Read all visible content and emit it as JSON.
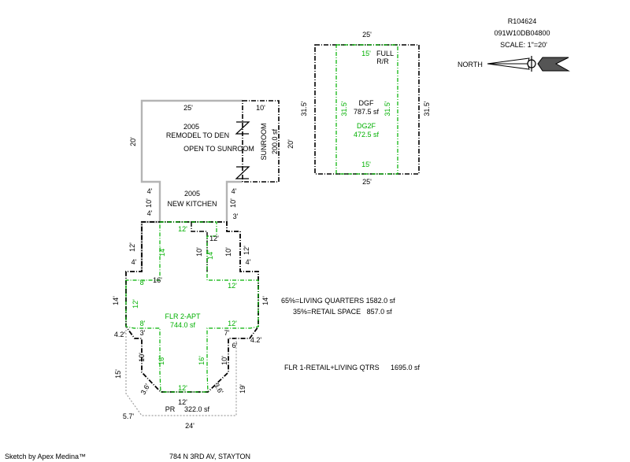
{
  "header": {
    "parcel_id": "R104624",
    "map_number": "091W10DB04800",
    "scale": "SCALE: 1\"=20'"
  },
  "compass": {
    "label": "NORTH",
    "icon": "north-arrow-icon"
  },
  "garage": {
    "top_dim": "25'",
    "bottom_dim": "25'",
    "left_dim": "31.5'",
    "right_dim": "31.5'",
    "note_line1": "FULL",
    "note_line2": "R/R",
    "label": "DGF",
    "area": "787.5 sf",
    "upper_top_dim": "15'",
    "upper_bottom_dim": "15'",
    "upper_left_dim": "31.5'",
    "upper_right_dim": "31.5'",
    "upper_label": "DG2F",
    "upper_area": "472.5 sf"
  },
  "den": {
    "top_dim": "25'",
    "left_dim": "20'",
    "note_year": "2005",
    "note_line1": "REMODEL TO DEN",
    "note_line2": "OPEN TO SUNROOM"
  },
  "sunroom": {
    "top_dim": "10'",
    "right_dim": "20'",
    "label": "SUNROOM",
    "area": "200.0 sf"
  },
  "kitchen": {
    "year": "2005",
    "label": "NEW KITCHEN",
    "left_upper_dim": "4'",
    "left_lower_dim": "10'",
    "left_bottom_dim": "4'",
    "right_upper_dim": "4'",
    "right_lower_dim": "10'",
    "right_bottom_dim": "3'"
  },
  "floor2": {
    "label": "FLR 2-APT",
    "area": "744.0 sf",
    "green_dims": [
      "12'",
      "14'",
      "14'",
      "8'",
      "12'",
      "12'",
      "8'",
      "12'",
      "16'",
      "16'",
      "12'"
    ]
  },
  "floor1": {
    "label": "FLR 1-RETAIL+LIVING QTRS",
    "area": "1695.0 sf",
    "dims": [
      "12'",
      "12'",
      "10'",
      "10'",
      "12'",
      "4'",
      "4'",
      "16'",
      "14'",
      "14'",
      "4.2'",
      "4.2'",
      "3'",
      "7'",
      "10'",
      "10'",
      "3.6'",
      "3.6'",
      "12'",
      "6'"
    ]
  },
  "use_split": {
    "living": "65%=LIVING QUARTERS 1582.0 sf",
    "retail": "35%=RETAIL SPACE   857.0 sf"
  },
  "porch": {
    "label": "PR",
    "area": "322.0 sf",
    "left_dim": "15'",
    "right_dim": "19'",
    "corner_dim": "5.7'",
    "bottom_dim": "24'"
  },
  "footer": {
    "credit": "Sketch by Apex Medina™",
    "address": "784 N 3RD AV, STAYTON"
  },
  "colors": {
    "existing": "#000000",
    "remodel": "#b4b4b4",
    "upper_floor": "#00b000",
    "porch": "#a0a0a0"
  }
}
